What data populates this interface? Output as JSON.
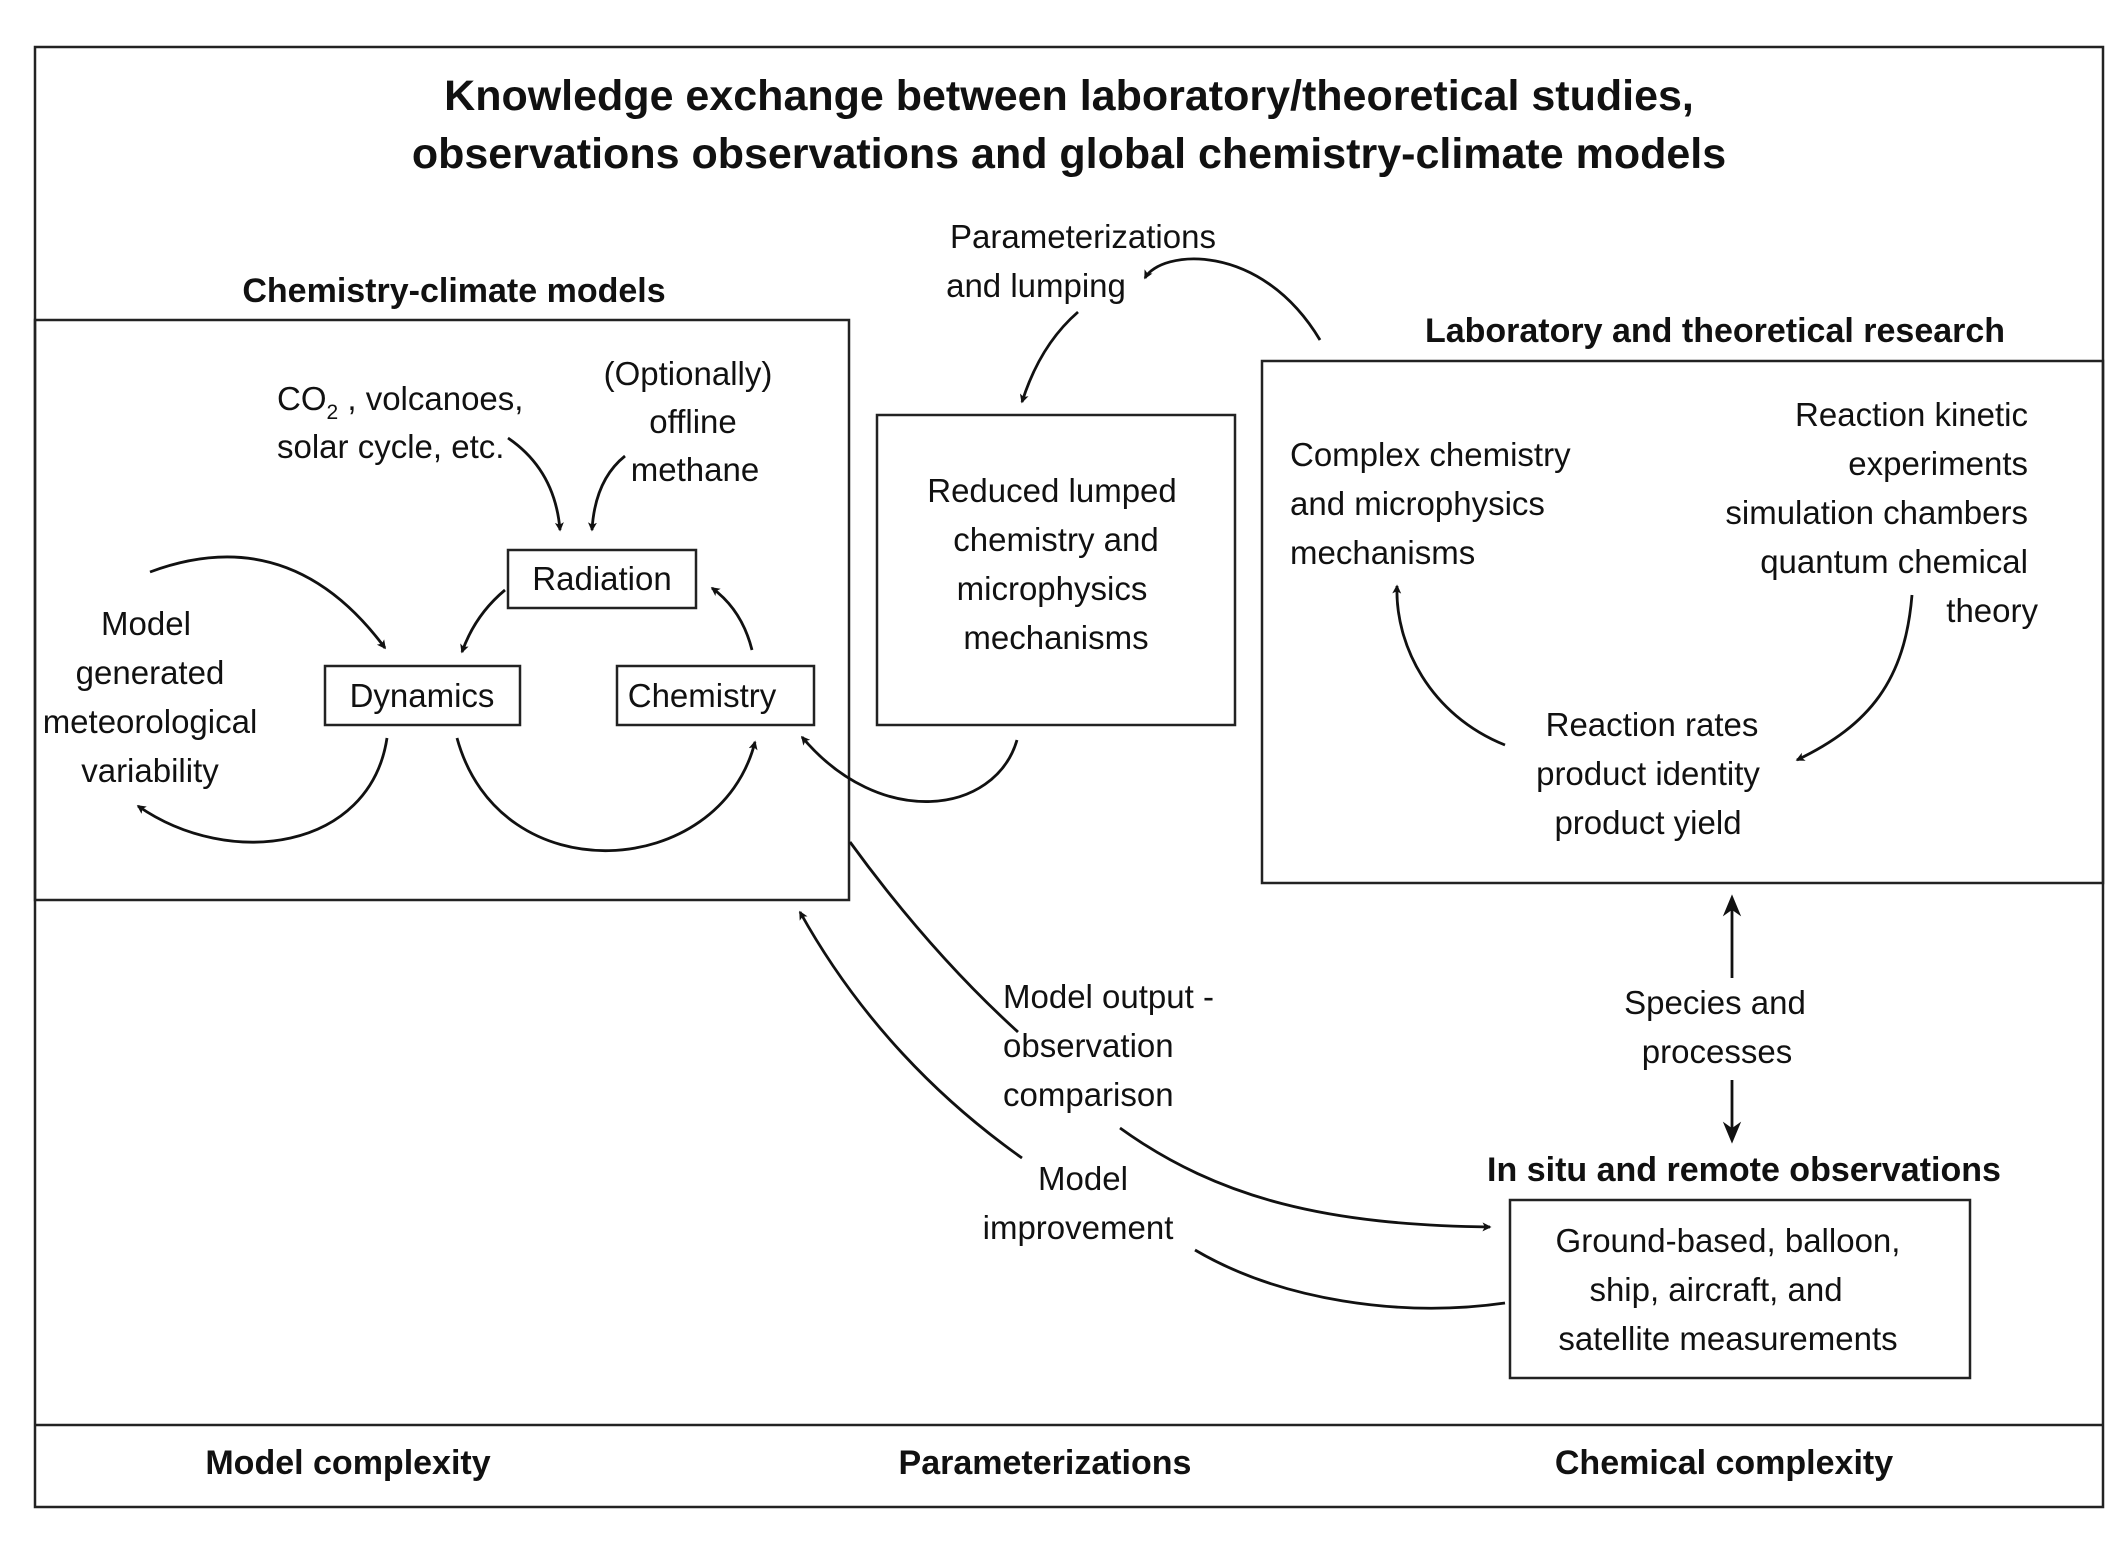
{
  "title": {
    "line1": "Knowledge exchange between laboratory/theoretical studies,",
    "line2": "observations observations and global chemistry-climate models"
  },
  "ccm": {
    "heading": "Chemistry-climate models",
    "co2_line1_main": "CO",
    "co2_line1_sub": "2",
    "co2_line1_rest": " , volcanoes,",
    "co2_line2": "solar cycle, etc.",
    "optional_line1": "(Optionally)",
    "optional_line2": "offline",
    "optional_line3": "methane",
    "radiation": "Radiation",
    "dynamics": "Dynamics",
    "chemistry": "Chemistry",
    "variability_line1": "Model",
    "variability_line2": "generated",
    "variability_line3": "meteorological",
    "variability_line4": "variability"
  },
  "param": {
    "label_line1": "Parameterizations",
    "label_line2": "and lumping",
    "box_line1": "Reduced lumped",
    "box_line2": "chemistry and",
    "box_line3": "microphysics",
    "box_line4": "mechanisms"
  },
  "lab": {
    "heading": "Laboratory and theoretical research",
    "complex_line1": "Complex chemistry",
    "complex_line2": "and microphysics",
    "complex_line3": "mechanisms",
    "kinetic_line1": "Reaction kinetic",
    "kinetic_line2": "experiments",
    "kinetic_line3": "simulation chambers",
    "kinetic_line4": "quantum chemical",
    "kinetic_line5": "theory",
    "rates_line1": "Reaction rates",
    "rates_line2": "product identity",
    "rates_line3": "product yield"
  },
  "species": {
    "line1": "Species and",
    "line2": "processes"
  },
  "obs": {
    "heading": "In situ and remote observations",
    "box_line1": "Ground-based, balloon,",
    "box_line2": "ship, aircraft, and",
    "box_line3": "satellite measurements"
  },
  "comparison": {
    "line1": "Model output -",
    "line2": "observation",
    "line3": "comparison"
  },
  "improvement": {
    "line1": "Model",
    "line2": "improvement"
  },
  "footer": {
    "left": "Model complexity",
    "center": "Parameterizations",
    "right": "Chemical complexity"
  }
}
